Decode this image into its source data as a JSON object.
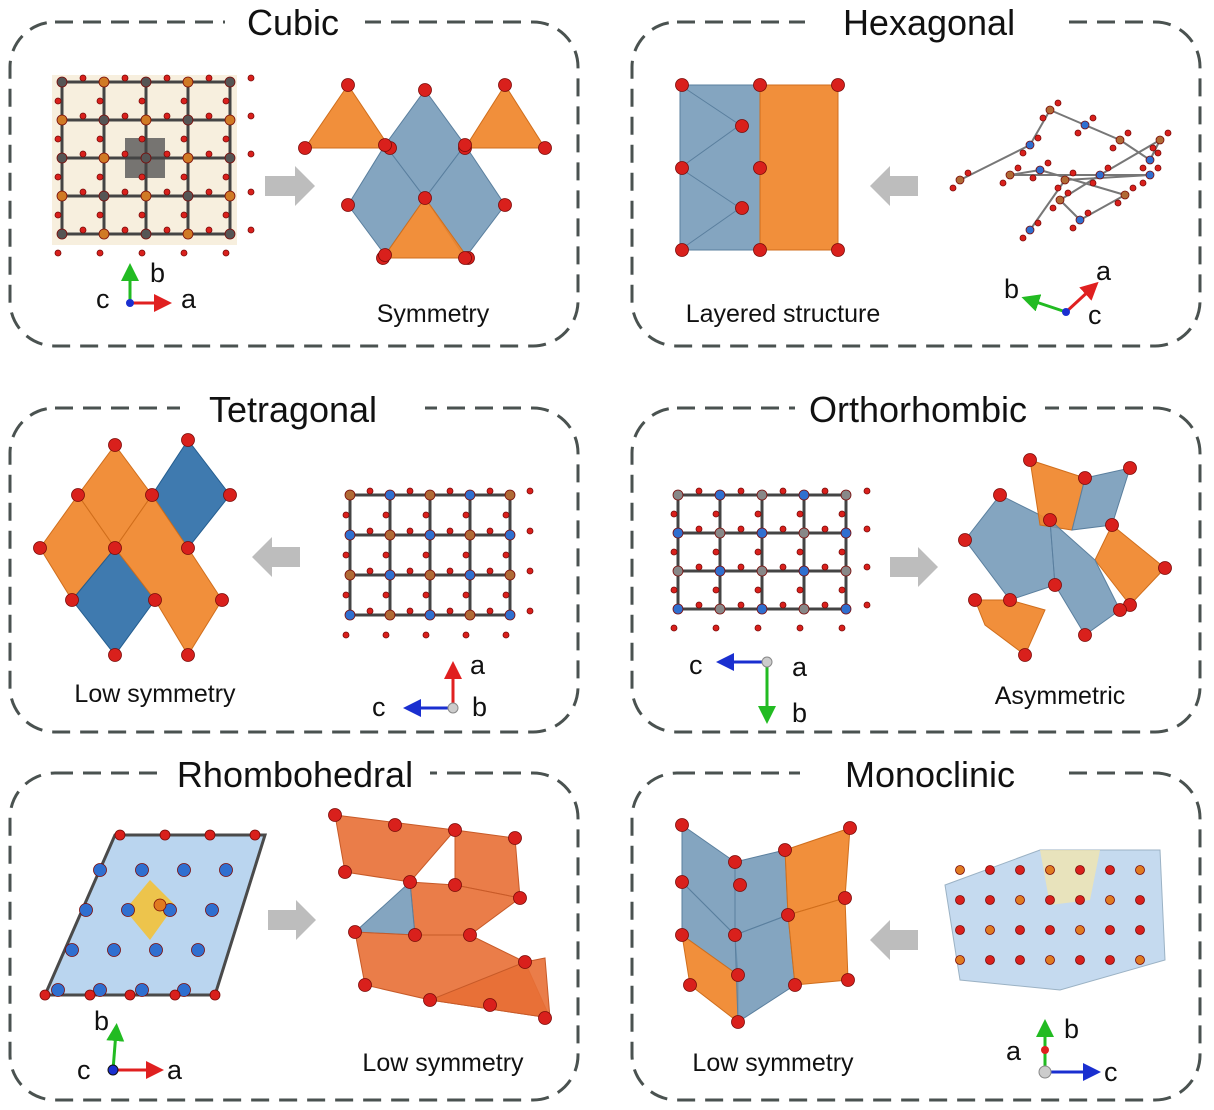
{
  "panels": {
    "cubic": {
      "title": "Cubic",
      "caption": "Symmetry",
      "axes": {
        "a": "a",
        "b": "b",
        "c": "c"
      }
    },
    "hexagonal": {
      "title": "Hexagonal",
      "caption": "Layered structure",
      "axes": {
        "a": "a",
        "b": "b",
        "c": "c"
      }
    },
    "tetragonal": {
      "title": "Tetragonal",
      "caption": "Low symmetry",
      "axes": {
        "a": "a",
        "b": "b",
        "c": "c"
      }
    },
    "orthorhombic": {
      "title": "Orthorhombic",
      "caption": "Asymmetric",
      "axes": {
        "a": "a",
        "b": "b",
        "c": "c"
      }
    },
    "rhombohedral": {
      "title": "Rhombohedral",
      "caption": "Low symmetry",
      "axes": {
        "a": "a",
        "b": "b",
        "c": "c"
      }
    },
    "monoclinic": {
      "title": "Monoclinic",
      "caption": "Low symmetry",
      "axes": {
        "a": "a",
        "b": "b",
        "c": "c"
      }
    }
  },
  "colors": {
    "oxygen": "#d9201c",
    "blue_polyhedron": "#6f95b5",
    "orange_polyhedron": "#f0852a",
    "axis_a": "#e02020",
    "axis_b": "#22bb22",
    "axis_c": "#1a2fd0"
  }
}
